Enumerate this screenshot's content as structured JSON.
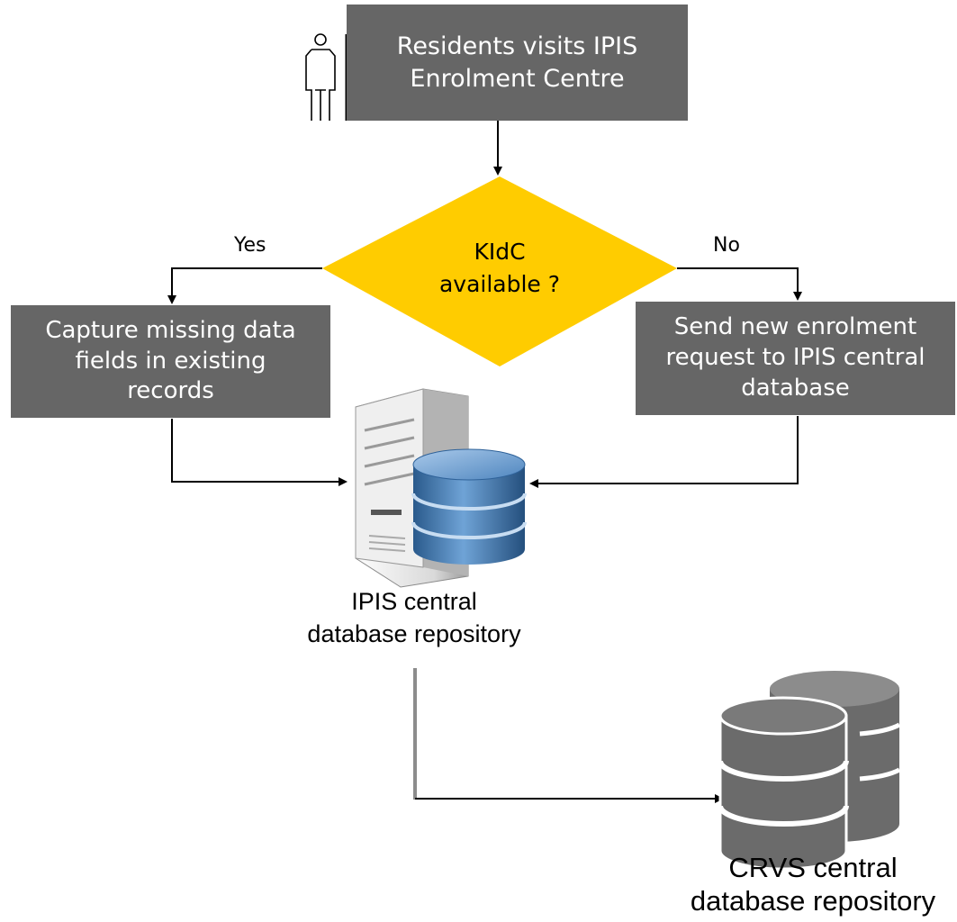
{
  "start": {
    "text": "Residents visits IPIS\nEnrolment Centre"
  },
  "decision": {
    "text": "KIdC\navailable ?"
  },
  "branches": {
    "yes": "Yes",
    "no": "No"
  },
  "yes_box": {
    "text": "Capture missing data\nfields in existing\nrecords"
  },
  "no_box": {
    "text": "Send new enrolment\nrequest to IPIS central\ndatabase"
  },
  "ipis_repo": {
    "label": "IPIS central\ndatabase repository"
  },
  "crvs_repo": {
    "label": "CRVS central\ndatabase repository"
  },
  "colors": {
    "box": "#666666",
    "decision": "#ffcc00",
    "db_blue": "#3d74ad",
    "db_gray": "#6b6b6b"
  },
  "icons": [
    "people-icon",
    "server-icon",
    "database-icon",
    "database-stack-icon"
  ]
}
